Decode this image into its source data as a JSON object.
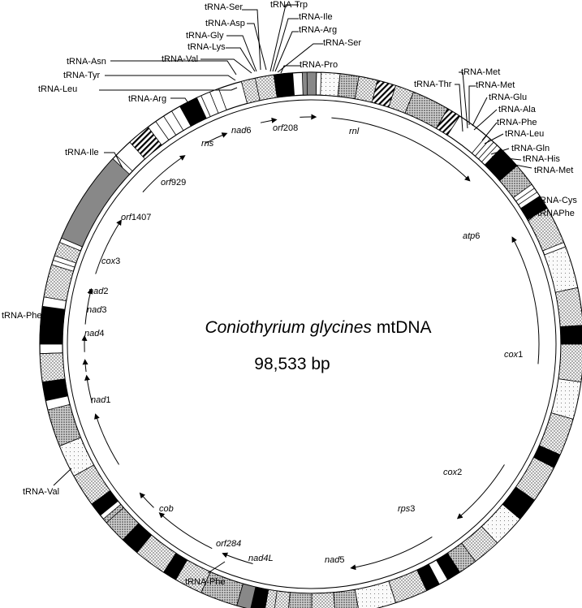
{
  "title": {
    "species": "Coniothyrium glycines",
    "suffix": "mtDNA"
  },
  "size": "98,533 bp",
  "trna_labels": [
    "tRNA-Ser",
    "tRNA-Trp",
    "tRNA-Asp",
    "tRNA-Ile",
    "tRNA-Gly",
    "tRNA-Arg",
    "tRNA-Lys",
    "tRNA-Ser",
    "tRNA-Val",
    "tRNA-Asn",
    "tRNA-Pro",
    "tRNA-Tyr",
    "tRNA-Leu",
    "tRNA-Arg",
    "tRNA-Ile",
    "tRNA-Met",
    "tRNA-Thr",
    "tRNA-Met",
    "tRNA-Glu",
    "tRNA-Ala",
    "tRNA-Phe",
    "tRNA-Leu",
    "tRNA-Gln",
    "tRNA-His",
    "tRNA-Met",
    "tRNA-Cys",
    "tRNAPhe",
    "tRNA-Phe",
    "tRNA-Val",
    "tRNA-Phe"
  ],
  "genes": [
    {
      "name": "rns"
    },
    {
      "name": "nad",
      "suffix": "6"
    },
    {
      "name": "orf",
      "suffix": "208"
    },
    {
      "name": "rnl"
    },
    {
      "name": "orf",
      "suffix": "929"
    },
    {
      "name": "orf",
      "suffix": "1407"
    },
    {
      "name": "cox",
      "suffix": "3"
    },
    {
      "name": "nad",
      "suffix": "2"
    },
    {
      "name": "nad",
      "suffix": "3"
    },
    {
      "name": "nad",
      "suffix": "4"
    },
    {
      "name": "nad",
      "suffix": "1"
    },
    {
      "name": "cob"
    },
    {
      "name": "orf284"
    },
    {
      "name": "nad4L"
    },
    {
      "name": "nad",
      "suffix": "5"
    },
    {
      "name": "rps",
      "suffix": "3"
    },
    {
      "name": "cox",
      "suffix": "2"
    },
    {
      "name": "cox",
      "suffix": "1"
    },
    {
      "name": "atp",
      "suffix": "6"
    }
  ]
}
